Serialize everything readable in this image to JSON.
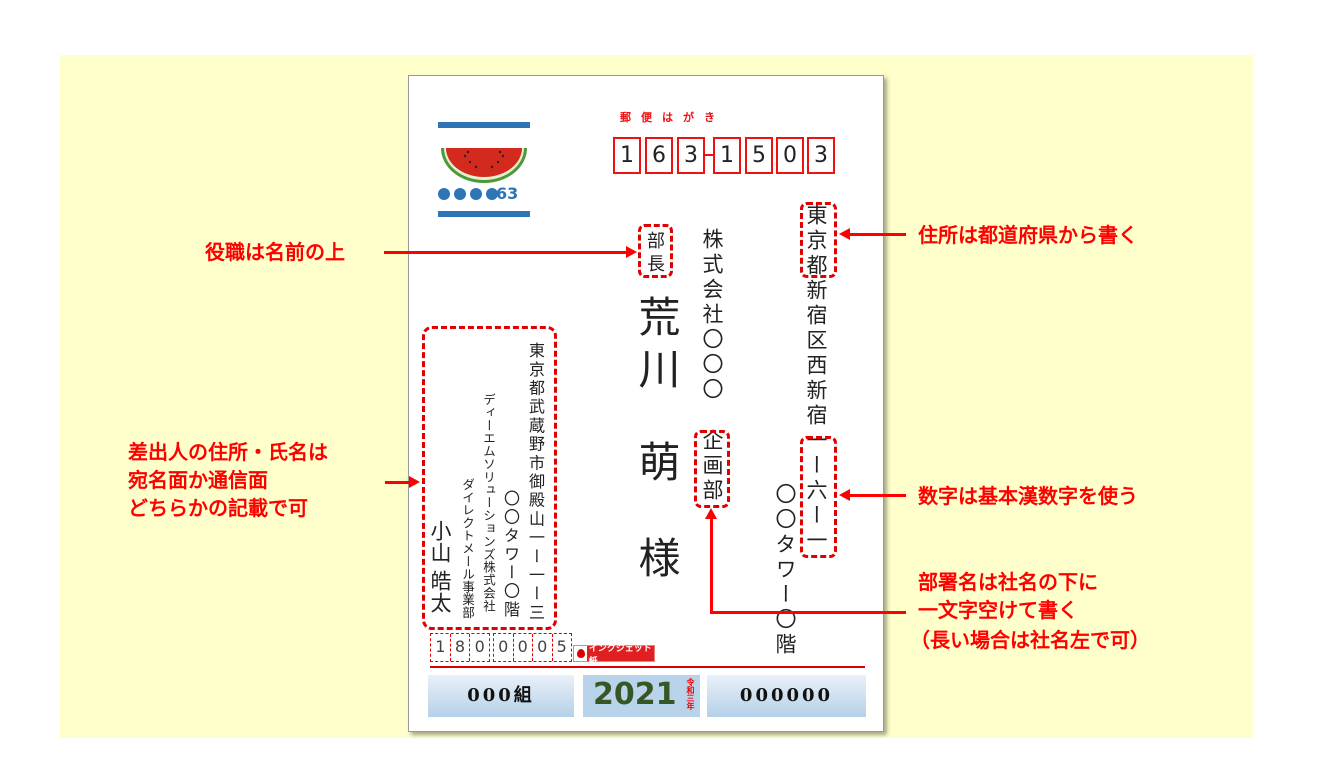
{
  "postcard": {
    "header": "郵便はがき",
    "stamp": {
      "value": "63",
      "icon": "watermelon-icon"
    },
    "recipient_zip": [
      "1",
      "6",
      "3",
      "1",
      "5",
      "0",
      "3"
    ],
    "recipient_address": "東京都新宿区西新宿一ー六ー一",
    "recipient_building": "〇〇タワー〇階",
    "recipient_company": "株式会社〇〇〇",
    "recipient_department": "企画部",
    "recipient_title": "部長",
    "recipient_surname": "荒川",
    "recipient_given_name": "萌",
    "honorific": "様",
    "sender_address": "東京都武蔵野市御殿山一ー一ー三",
    "sender_building": "〇〇タワー〇階",
    "sender_company": "ディーエムソリューションズ株式会社",
    "sender_department": "ダイレクトメール事業部",
    "sender_surname": "小山",
    "sender_given_name": "皓太",
    "sender_zip": [
      "1",
      "8",
      "0",
      "0",
      "0",
      "0",
      "5"
    ],
    "inkjet_label": "インクジェット紙",
    "lottery_group": "000組",
    "year": "2021",
    "era": "令和三年",
    "lottery_number": "000000"
  },
  "annotations": {
    "title": "役職は名前の上",
    "address": "住所は都道府県から書く",
    "sender": [
      "差出人の住所・氏名は",
      "宛名面か通信面",
      "どちらかの記載で可"
    ],
    "numbers": "数字は基本漢数字を使う",
    "department": [
      "部署名は社名の下に",
      "一文字空けて書く",
      "（長い場合は社名左で可）"
    ]
  },
  "colors": {
    "annotation": "#ff0000",
    "background": "#ffffcc",
    "stamp_blue": "#2e75b6",
    "year_green": "#375623"
  }
}
